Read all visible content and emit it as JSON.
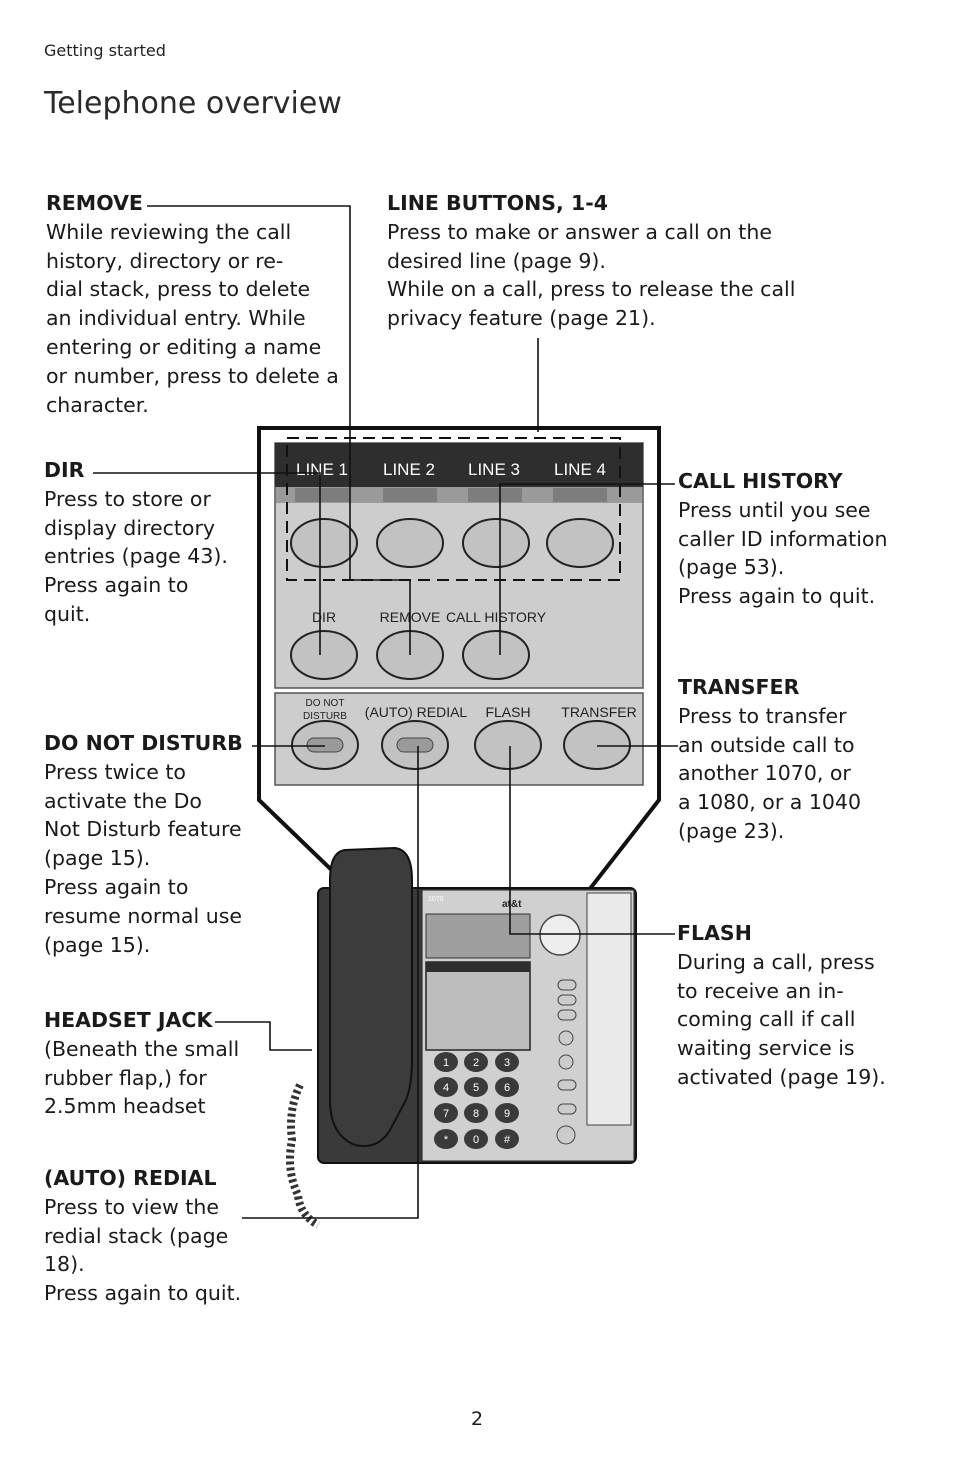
{
  "header": {
    "section": "Getting started",
    "title": "Telephone overview"
  },
  "callouts": {
    "remove": {
      "heading": "REMOVE",
      "lines": [
        "While reviewing the call",
        "history, directory or re-",
        "dial stack, press to delete",
        "an individual entry. While",
        "entering or editing a name",
        "or number, press to delete a",
        "character."
      ]
    },
    "line_buttons": {
      "heading": "LINE BUTTONS, 1-4",
      "lines": [
        "Press to make or answer a call on the",
        "desired line (page 9).",
        "While on a call, press to release the call",
        "privacy feature (page 21)."
      ]
    },
    "dir": {
      "heading": "DIR",
      "lines": [
        "Press to store or",
        "display directory",
        "entries (page 43).",
        "Press again to",
        "quit."
      ]
    },
    "call_history": {
      "heading": "CALL HISTORY",
      "lines": [
        "Press until you see",
        "caller ID information",
        "(page 53).",
        "Press again to quit."
      ]
    },
    "transfer": {
      "heading": "TRANSFER",
      "lines": [
        "Press to transfer",
        "an outside call to",
        "another 1070, or",
        "a 1080, or a 1040",
        "(page 23)."
      ]
    },
    "do_not_disturb": {
      "heading": "DO NOT DISTURB",
      "lines": [
        "Press twice to",
        "activate the Do",
        "Not Disturb feature",
        "(page 15).",
        "Press again to",
        "resume normal use",
        "(page 15)."
      ]
    },
    "flash": {
      "heading": "FLASH",
      "lines": [
        "During a call, press",
        "to receive an in-",
        "coming call if call",
        "waiting service is",
        "activated (page 19)."
      ]
    },
    "headset_jack": {
      "heading": "HEADSET JACK",
      "lines": [
        "(Beneath the small",
        "rubber flap,) for",
        "2.5mm headset"
      ]
    },
    "auto_redial": {
      "heading": "(AUTO) REDIAL",
      "lines": [
        "Press to view the",
        "redial stack (page",
        "18).",
        "Press again to quit."
      ]
    }
  },
  "diagram": {
    "line_labels": [
      "LINE 1",
      "LINE 2",
      "LINE 3",
      "LINE 4"
    ],
    "function_labels": [
      "DIR",
      "REMOVE",
      "CALL HISTORY"
    ],
    "bottom_labels": [
      "DO NOT",
      "DISTURB",
      "(AUTO) REDIAL",
      "FLASH",
      "TRANSFER"
    ],
    "phone_brand": "at&t",
    "phone_model": "1070",
    "keypad": [
      "1",
      "2",
      "3",
      "4",
      "5",
      "6",
      "7",
      "8",
      "9",
      "*",
      "0",
      "#"
    ],
    "colors": {
      "panel": "#c8c8c8",
      "dark_bar": "#2e2e2e",
      "button": "#bdbdbd",
      "phone_body": "#3a3a3a"
    }
  },
  "footer": {
    "page_number": "2"
  }
}
